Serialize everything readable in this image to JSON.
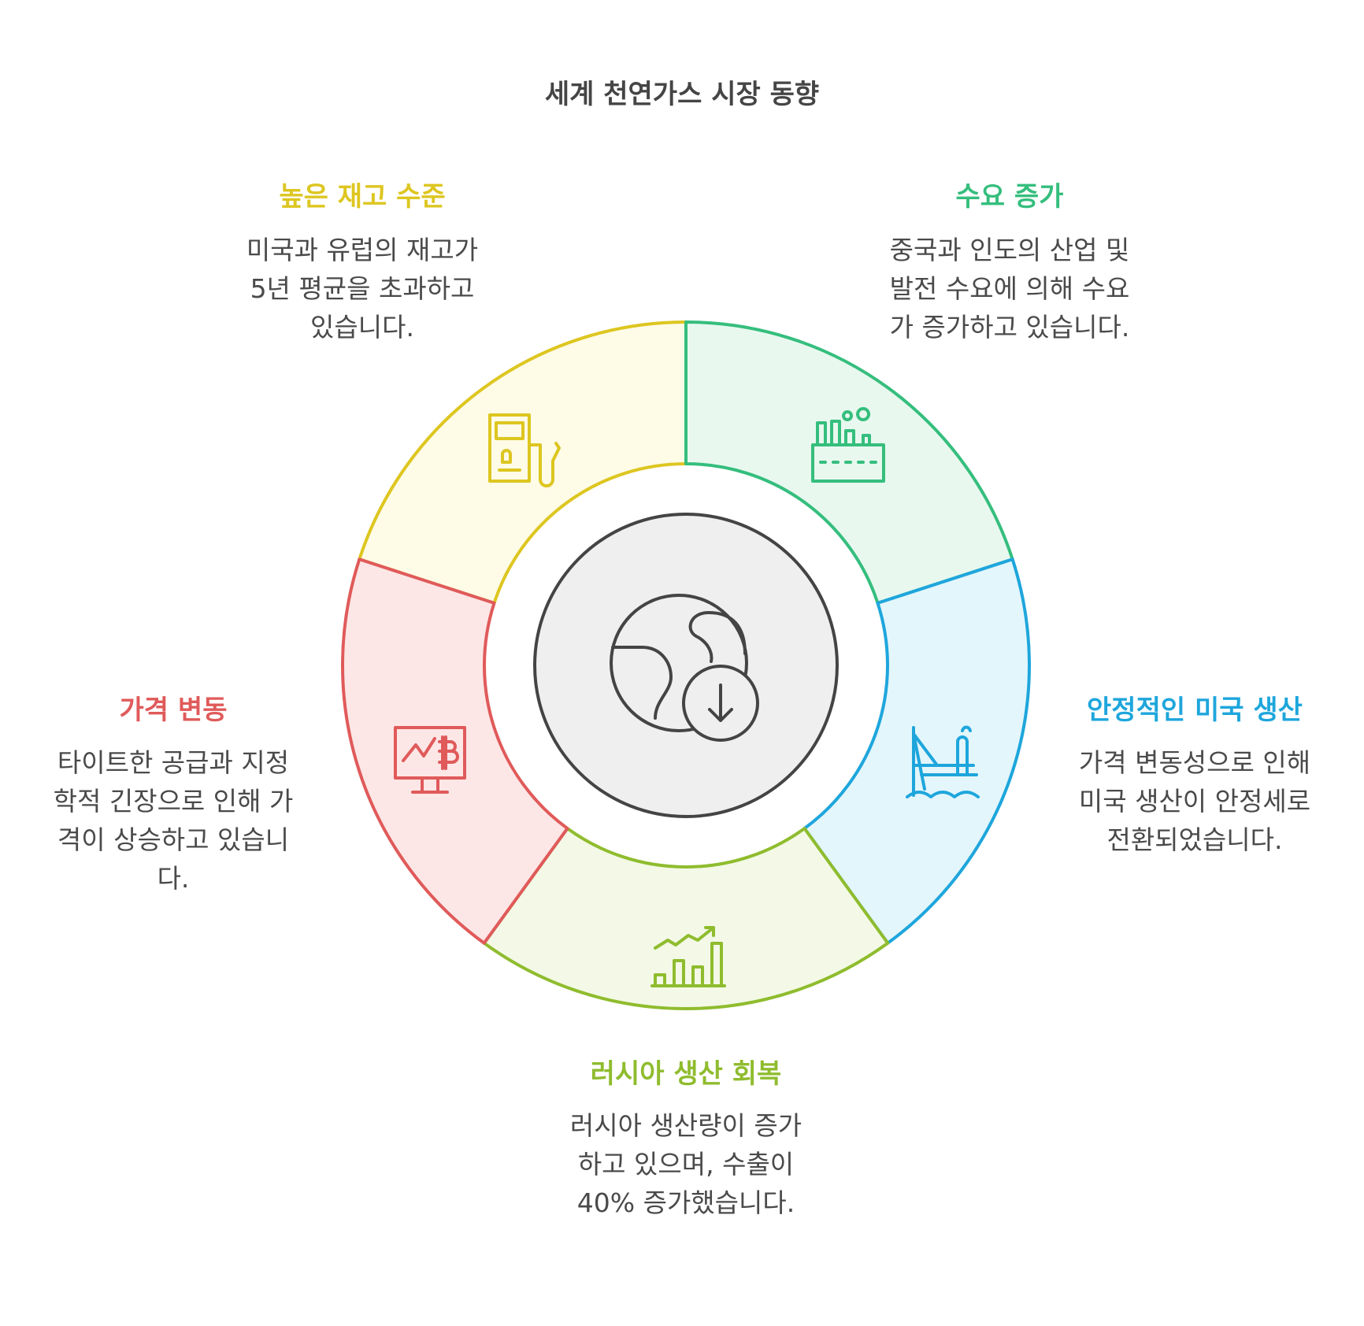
{
  "title": "세계 천연가스 시장 동향",
  "segments": [
    {
      "key": "high-inventory",
      "title": "높은 재고 수준",
      "desc": "미국과 유럽의 재고가 5년 평균을 초과하고 있습니다.",
      "color": "#ddc620",
      "fill": "#fefbe6",
      "icon": "gas-pump-icon"
    },
    {
      "key": "demand-increase",
      "title": "수요 증가",
      "desc": "중국과 인도의 산업 및 발전 수요에 의해 수요가 증가하고 있습니다.",
      "color": "#35be7d",
      "fill": "#e8f8ef",
      "icon": "factory-icon"
    },
    {
      "key": "us-production",
      "title": "안정적인 미국 생산",
      "desc": "가격 변동성으로 인해 미국 생산이 안정세로 전환되었습니다.",
      "color": "#1ea6dc",
      "fill": "#e3f6fc",
      "icon": "offshore-platform-icon"
    },
    {
      "key": "russia-recovery",
      "title": "러시아 생산 회복",
      "desc": "러시아 생산량이 증가하고 있으며, 수출이 40% 증가했습니다.",
      "color": "#8fbc2e",
      "fill": "#f3f9e6",
      "icon": "bar-chart-growth-icon"
    },
    {
      "key": "price-volatility",
      "title": "가격 변동",
      "desc": "타이트한 공급과 지정학적 긴장으로 인해 가격이 상승하고 있습니다.",
      "color": "#e05a5a",
      "fill": "#fde6e6",
      "icon": "bitcoin-monitor-icon"
    }
  ],
  "center": {
    "icon": "globe-download-icon",
    "fill": "#efefef",
    "stroke": "#444444"
  }
}
